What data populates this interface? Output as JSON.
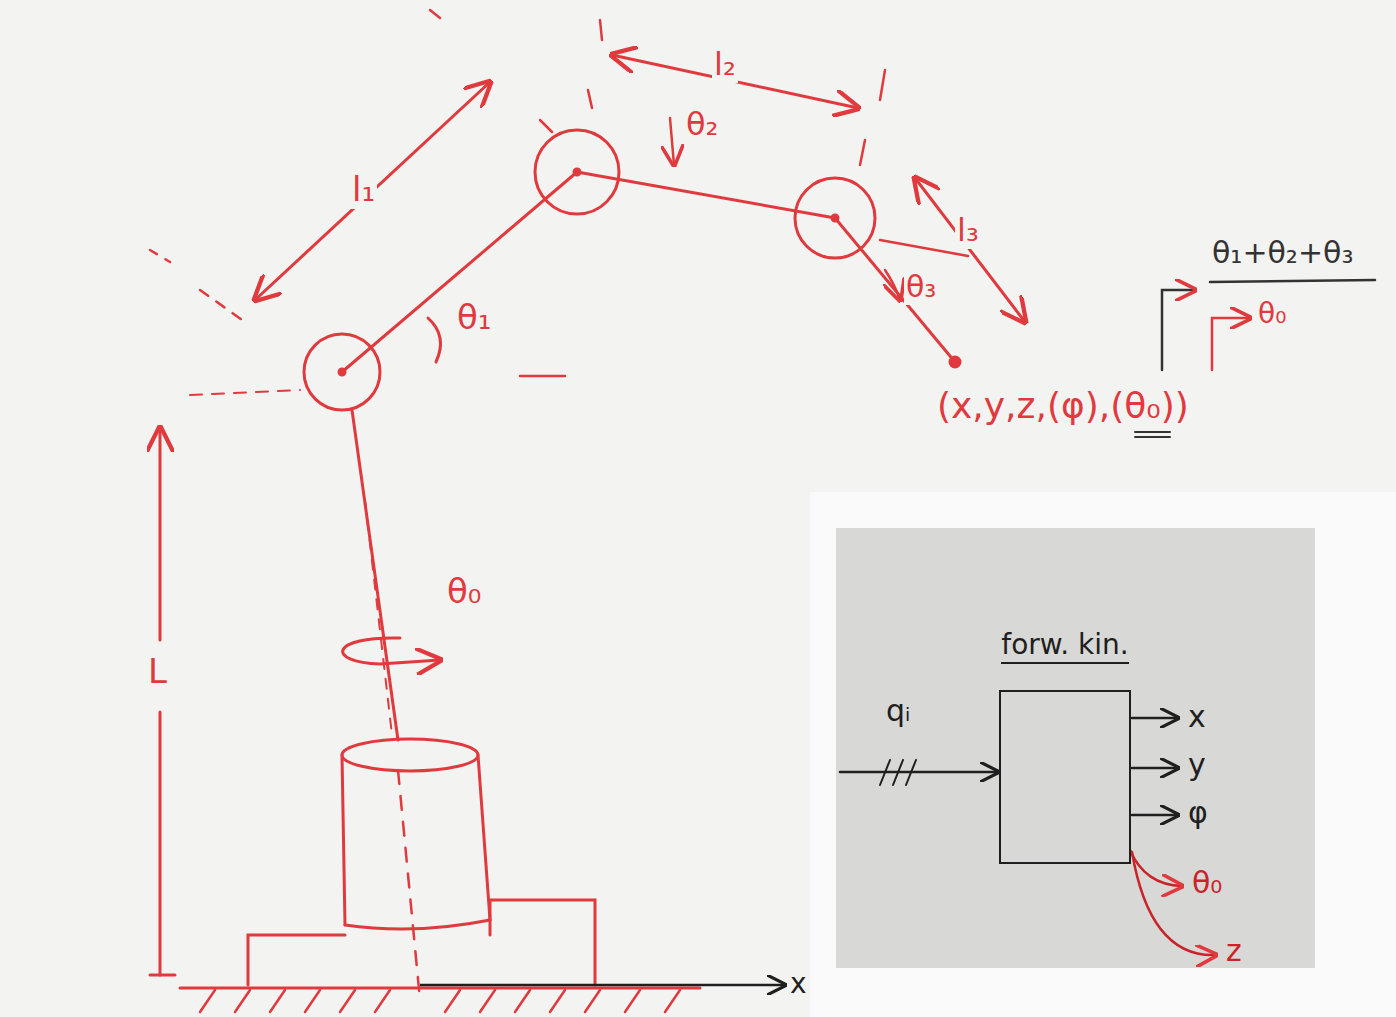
{
  "diagram": {
    "nodes": [
      {
        "text": [
          "forw. kin."
        ]
      }
    ],
    "labels": [
      "l₁",
      "l₂",
      "θ₂",
      "θ₁",
      "θ₃",
      "l₃",
      "θ₁+θ₂+θ₃",
      "θ₀",
      "(x,y,z,(φ),(θ₀))",
      "θ₀",
      "L",
      "x",
      "qᵢ",
      "x",
      "y",
      "φ",
      "θ₀",
      "z"
    ]
  }
}
